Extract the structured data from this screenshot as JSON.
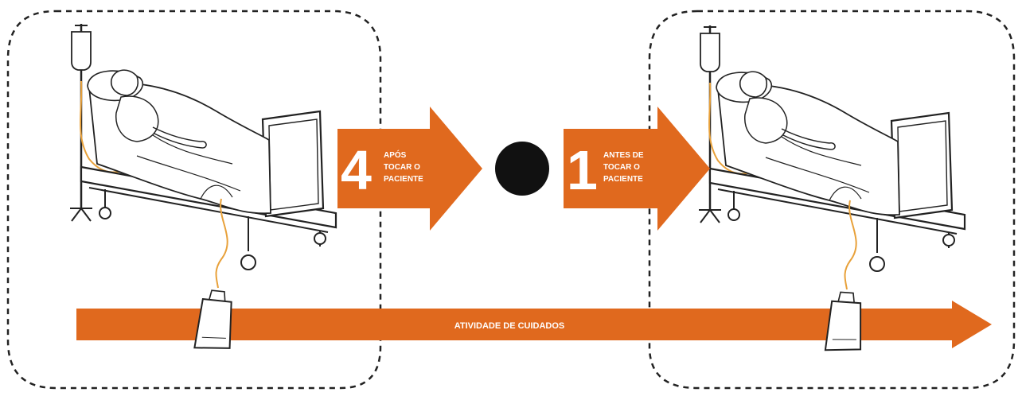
{
  "colors": {
    "accent": "#E0691E",
    "dot": "#111111",
    "line": "#222222",
    "tube": "#E8A13A",
    "text_on_accent": "#ffffff",
    "background": "#ffffff"
  },
  "steps": {
    "after": {
      "number": "4",
      "line1": "APÓS",
      "line2": "TOCAR O",
      "line3": "PACIENTE"
    },
    "before": {
      "number": "1",
      "line1": "ANTES DE",
      "line2": "TOCAR O",
      "line3": "PACIENTE"
    }
  },
  "timeline": {
    "label": "ATIVIDADE DE CUIDADOS"
  },
  "icons": {
    "left_scene": "patient-bed-icon",
    "right_scene": "patient-bed-icon",
    "iv_bag": "iv-bag-icon",
    "urine_bag": "urine-bag-icon",
    "separator": "black-dot-icon"
  }
}
